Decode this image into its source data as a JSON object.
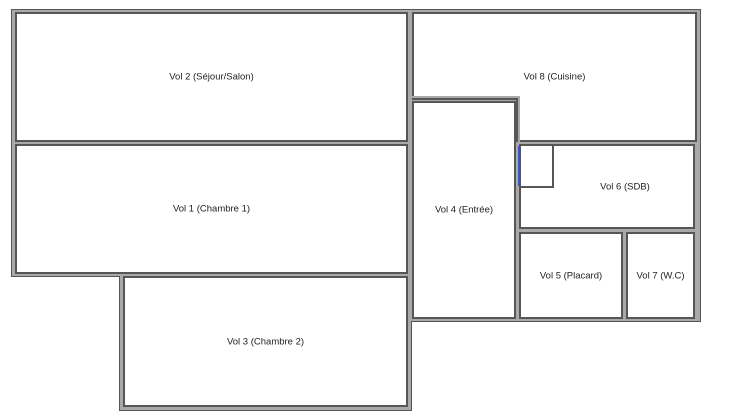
{
  "plan": {
    "wall_color": "#a9a9a9",
    "wall_edge_color": "#565656",
    "door_color": "#3c5ad8",
    "rooms": {
      "vol2": {
        "label": "Vol 2 (Séjour/Salon)"
      },
      "vol8": {
        "label": "Vol 8 (Cuisine)"
      },
      "vol1": {
        "label": "Vol 1 (Chambre 1)"
      },
      "vol4": {
        "label": "Vol 4 (Entrée)"
      },
      "vol6": {
        "label": "Vol 6 (SDB)"
      },
      "vol5": {
        "label": "Vol 5 (Placard)"
      },
      "vol7": {
        "label": "Vol 7 (W.C)"
      },
      "vol3": {
        "label": "Vol 3 (Chambre 2)"
      }
    }
  }
}
